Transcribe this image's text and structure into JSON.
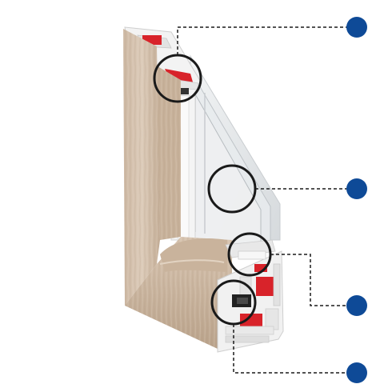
{
  "diagram": {
    "subject": "window-profile-cross-section",
    "colors": {
      "background": "#ffffff",
      "woodgrain_light": "#d8c6b3",
      "woodgrain_dark": "#bba58e",
      "pvc_white": "#f3f3f3",
      "pvc_shadow": "#d9d9d9",
      "seal_red": "#d8232a",
      "glass": "#e6e8ea",
      "callout_line": "#1a1a1a",
      "callout_dot": "#0e4a97"
    },
    "callouts": [
      {
        "id": "top-seal-detail"
      },
      {
        "id": "triple-glazing-detail"
      },
      {
        "id": "glazing-bead-detail"
      },
      {
        "id": "frame-chamber-detail"
      }
    ]
  }
}
